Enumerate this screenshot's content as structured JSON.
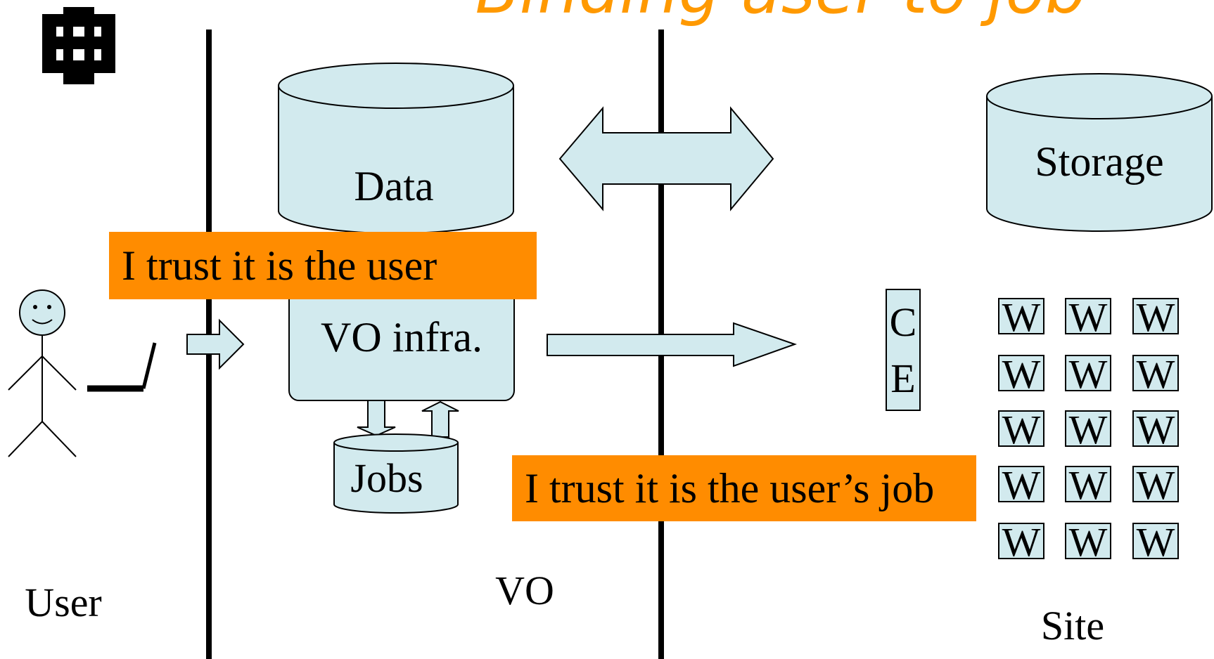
{
  "title": "Binding user to job",
  "labels": {
    "user": "User",
    "vo": "VO",
    "site": "Site",
    "data": "Data",
    "storage": "Storage",
    "vo_infra": "VO infra.",
    "jobs": "Jobs",
    "ce_top": "C",
    "ce_bottom": "E",
    "worker": "W"
  },
  "banners": {
    "user_trust": "I trust it is the user",
    "job_trust": "I trust it is the user’s job"
  },
  "colors": {
    "title": "#ff9900",
    "shape_fill": "#d2eaee",
    "banner": "#ff8c00",
    "stroke": "#000000"
  },
  "icons": [
    "fermilab-logo-icon",
    "stick-figure-user-icon",
    "laptop-icon"
  ]
}
